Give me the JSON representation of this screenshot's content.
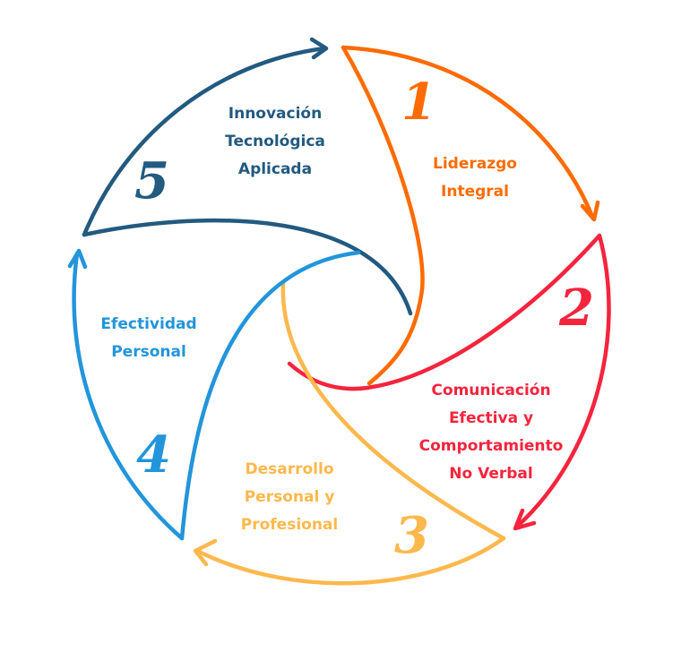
{
  "diagram": {
    "type": "cycle",
    "steps": [
      {
        "number": "1",
        "lines": [
          "Liderazgo",
          "Integral"
        ],
        "color": "#ff6b00"
      },
      {
        "number": "2",
        "lines": [
          "Comunicación",
          "Efectiva y",
          "Comportamiento",
          "No Verbal"
        ],
        "color": "#f5243d"
      },
      {
        "number": "3",
        "lines": [
          "Desarrollo",
          "Personal y",
          "Profesional"
        ],
        "color": "#ffb84d"
      },
      {
        "number": "4",
        "lines": [
          "Efectividad",
          "Personal"
        ],
        "color": "#2295db"
      },
      {
        "number": "5",
        "lines": [
          "Innovación",
          "Tecnológica",
          "Aplicada"
        ],
        "color": "#225a80"
      }
    ]
  }
}
